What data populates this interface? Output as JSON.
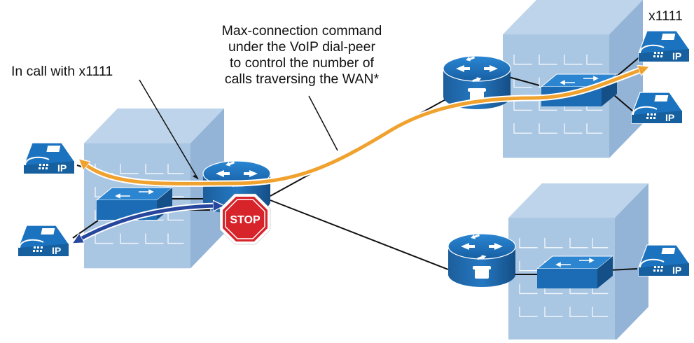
{
  "annotations": {
    "in_call": "In call with x1111",
    "max_conn": [
      "Max-connection command",
      "under the VoIP dial-peer",
      "to control the number of",
      "calls traversing the WAN*"
    ],
    "ext": "x1111"
  },
  "labels": {
    "ip": "IP",
    "stop": "STOP"
  },
  "colors": {
    "building": "#a9c6e3",
    "building_dark": "#8fb0d2",
    "router": "#1b73c0",
    "orange_path": "#f0a22f",
    "blue_path": "#27469d",
    "stop": "#d7232a"
  }
}
